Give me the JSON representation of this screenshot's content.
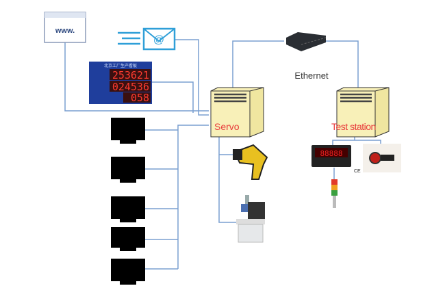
{
  "browser": {
    "text": "www."
  },
  "led_board": {
    "rows": [
      "253621",
      "024536",
      "058"
    ],
    "header": "北京工厂生产看板"
  },
  "servo": {
    "label": "Servo"
  },
  "test_station": {
    "label": "Test station"
  },
  "network": {
    "label": "Ethernet"
  },
  "colors": {
    "wire": "#7a9fd0",
    "tower": "#f8f0b8",
    "label": "#e83a3a",
    "led": "#ff3b2f",
    "board": "#1f3e9c"
  },
  "icons": [
    "browser-window-icon",
    "email-icon",
    "network-switch-icon",
    "monitor-icon",
    "barcode-scanner-icon",
    "laser-marker-icon",
    "panel-meter-icon",
    "push-button-icon",
    "stack-light-icon"
  ]
}
